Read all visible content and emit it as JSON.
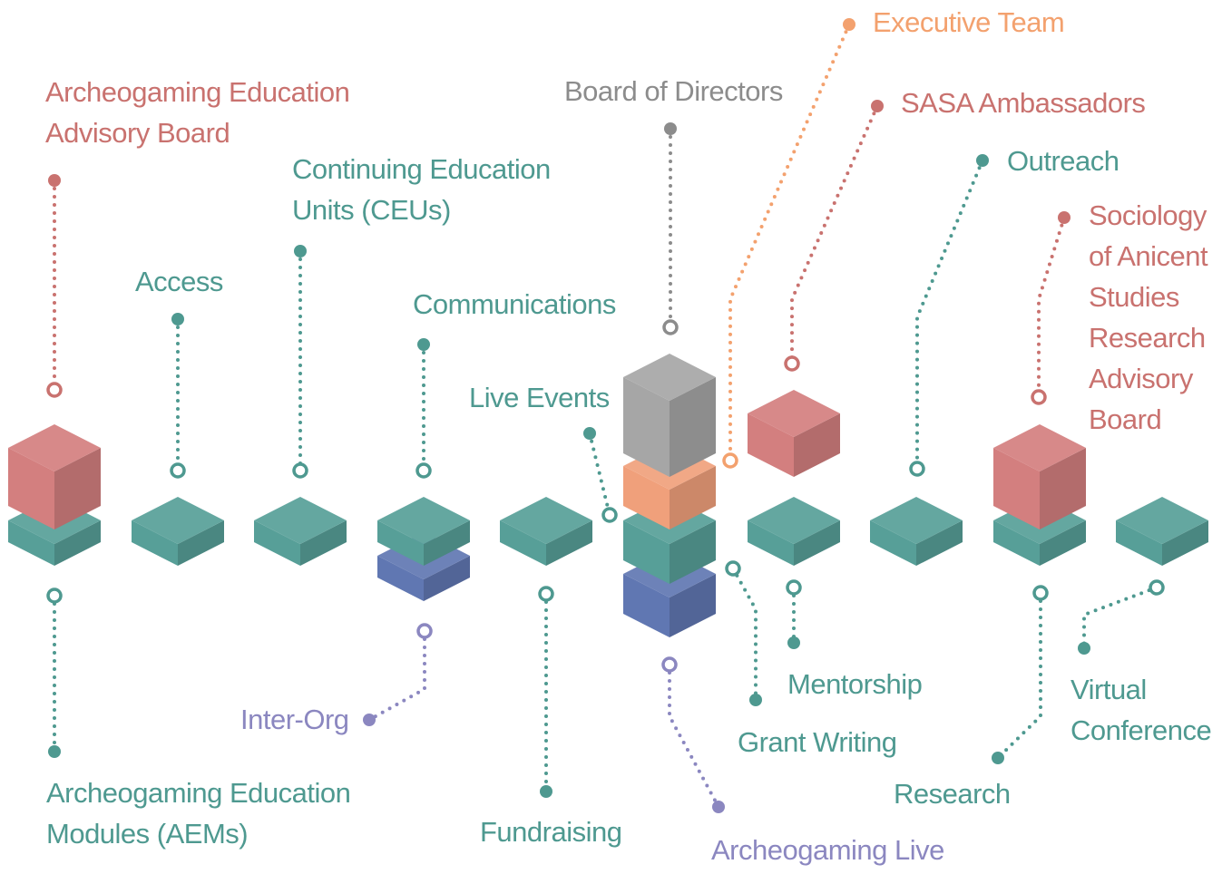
{
  "colors": {
    "teal": "#4e9990",
    "coral": "#c9726f",
    "orange": "#f3a16e",
    "gray": "#8c8c8c",
    "purple": "#8b87c0"
  },
  "labels": {
    "archeogaming_education_advisory_board": [
      "Archeogaming Education",
      "Advisory Board"
    ],
    "access": [
      "Access"
    ],
    "ceus": [
      "Continuing Education",
      "Units (CEUs)"
    ],
    "communications": [
      "Communications"
    ],
    "live_events": [
      "Live Events"
    ],
    "board_of_directors": [
      "Board of Directors"
    ],
    "executive_team": [
      "Executive Team"
    ],
    "sasa_ambassadors": [
      "SASA Ambassadors"
    ],
    "outreach": [
      "Outreach"
    ],
    "sociology_board": [
      "Sociology",
      "of Anicent",
      "Studies",
      "Research",
      "Advisory",
      "Board"
    ],
    "aems": [
      "Archeogaming Education",
      "Modules (AEMs)"
    ],
    "inter_org": [
      "Inter-Org"
    ],
    "fundraising": [
      "Fundraising"
    ],
    "archeogaming_live": [
      "Archeogaming Live"
    ],
    "mentorship": [
      "Mentorship"
    ],
    "grant_writing": [
      "Grant Writing"
    ],
    "research": [
      "Research"
    ],
    "virtual_conference": [
      "Virtual",
      "Conference"
    ]
  }
}
